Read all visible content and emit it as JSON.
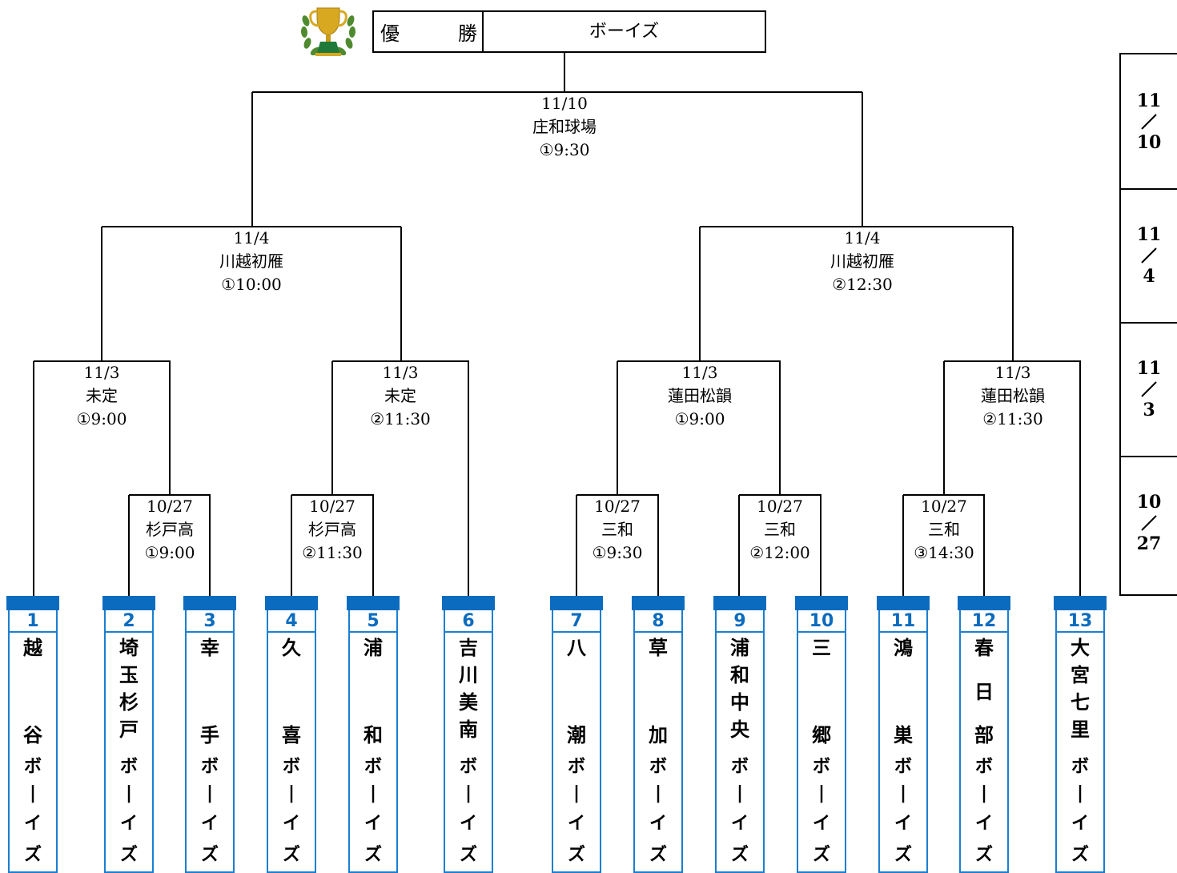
{
  "winner": {
    "label_left": "優",
    "label_right": "勝",
    "value": "ボーイズ"
  },
  "final": {
    "date": "11/10",
    "venue": "庄和球場",
    "time": "①9:30"
  },
  "semis": [
    {
      "date": "11/4",
      "venue": "川越初雁",
      "time": "①10:00"
    },
    {
      "date": "11/4",
      "venue": "川越初雁",
      "time": "②12:30"
    }
  ],
  "quarters": [
    {
      "date": "11/3",
      "venue": "未定",
      "time": "①9:00"
    },
    {
      "date": "11/3",
      "venue": "未定",
      "time": "②11:30"
    },
    {
      "date": "11/3",
      "venue": "蓮田松韻",
      "time": "①9:00"
    },
    {
      "date": "11/3",
      "venue": "蓮田松韻",
      "time": "②11:30"
    }
  ],
  "round1": [
    {
      "date": "10/27",
      "venue": "杉戸高",
      "time": "①9:00"
    },
    {
      "date": "10/27",
      "venue": "杉戸高",
      "time": "②11:30"
    },
    {
      "date": "10/27",
      "venue": "三和",
      "time": "①9:30"
    },
    {
      "date": "10/27",
      "venue": "三和",
      "time": "②12:00"
    },
    {
      "date": "10/27",
      "venue": "三和",
      "time": "③14:30"
    }
  ],
  "teams": [
    {
      "num": "1",
      "chars": [
        "越",
        "谷"
      ]
    },
    {
      "num": "2",
      "chars": [
        "埼",
        "玉",
        "杉",
        "戸"
      ]
    },
    {
      "num": "3",
      "chars": [
        "幸",
        "手"
      ]
    },
    {
      "num": "4",
      "chars": [
        "久",
        "喜"
      ]
    },
    {
      "num": "5",
      "chars": [
        "浦",
        "和"
      ]
    },
    {
      "num": "6",
      "chars": [
        "吉",
        "川",
        "美",
        "南"
      ]
    },
    {
      "num": "7",
      "chars": [
        "八",
        "潮"
      ]
    },
    {
      "num": "8",
      "chars": [
        "草",
        "加"
      ]
    },
    {
      "num": "9",
      "chars": [
        "浦",
        "和",
        "中",
        "央"
      ]
    },
    {
      "num": "10",
      "chars": [
        "三",
        "郷"
      ]
    },
    {
      "num": "11",
      "chars": [
        "鴻",
        "巣"
      ]
    },
    {
      "num": "12",
      "chars": [
        "春",
        "日",
        "部"
      ]
    },
    {
      "num": "13",
      "chars": [
        "大",
        "宮",
        "七",
        "里"
      ]
    }
  ],
  "team_suffix": [
    "ボ",
    "|",
    "イ",
    "ズ"
  ],
  "round_dates": [
    {
      "top": "11",
      "bottom": "10"
    },
    {
      "top": "11",
      "bottom": "4"
    },
    {
      "top": "11",
      "bottom": "3"
    },
    {
      "top": "10",
      "bottom": "27"
    }
  ],
  "colors": {
    "accent": "#0b6cbf",
    "border": "#1a7fd0"
  },
  "icons": {
    "trophy": "trophy-icon"
  }
}
